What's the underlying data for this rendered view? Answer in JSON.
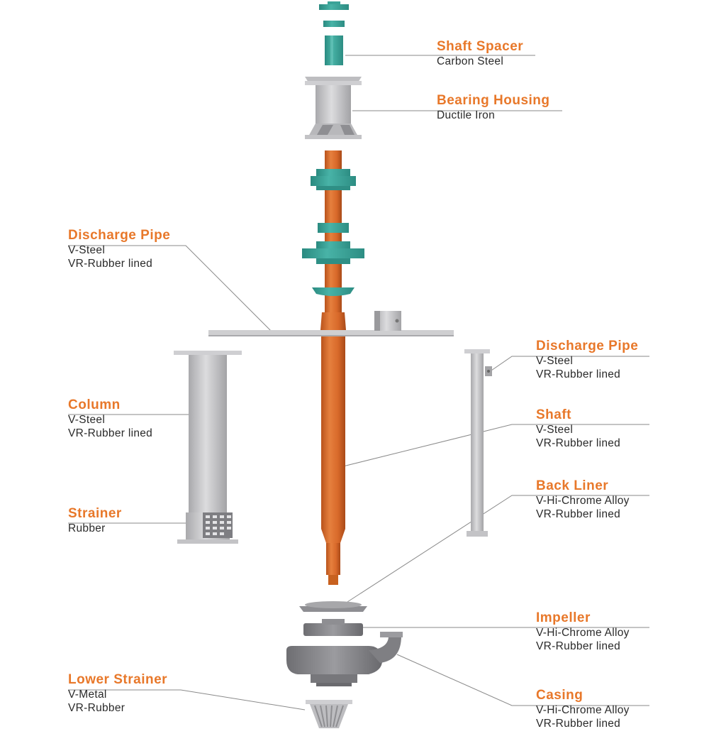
{
  "components": [
    {
      "id": "shaft-spacer",
      "name": "Shaft Spacer",
      "materials": [
        "Carbon Steel"
      ]
    },
    {
      "id": "bearing-housing",
      "name": "Bearing Housing",
      "materials": [
        "Ductile Iron"
      ]
    },
    {
      "id": "discharge-pipe-left",
      "name": "Discharge Pipe",
      "materials": [
        "V-Steel",
        "VR-Rubber lined"
      ]
    },
    {
      "id": "discharge-pipe-right",
      "name": "Discharge Pipe",
      "materials": [
        "V-Steel",
        "VR-Rubber lined"
      ]
    },
    {
      "id": "column",
      "name": "Column",
      "materials": [
        "V-Steel",
        "VR-Rubber lined"
      ]
    },
    {
      "id": "shaft",
      "name": "Shaft",
      "materials": [
        "V-Steel",
        "VR-Rubber lined"
      ]
    },
    {
      "id": "back-liner",
      "name": "Back Liner",
      "materials": [
        "V-Hi-Chrome Alloy",
        "VR-Rubber lined"
      ]
    },
    {
      "id": "strainer",
      "name": "Strainer",
      "materials": [
        "Rubber"
      ]
    },
    {
      "id": "impeller",
      "name": "Impeller",
      "materials": [
        "V-Hi-Chrome Alloy",
        "VR-Rubber lined"
      ]
    },
    {
      "id": "lower-strainer",
      "name": "Lower Strainer",
      "materials": [
        "V-Metal",
        "VR-Rubber"
      ]
    },
    {
      "id": "casing",
      "name": "Casing",
      "materials": [
        "V-Hi-Chrome Alloy",
        "VR-Rubber lined"
      ]
    }
  ],
  "colors": {
    "accent_label": "#e8782a",
    "shaft_orange": "#d8692a",
    "seal_teal": "#3aa398",
    "metal_gray": "#c9c9cb",
    "leader_line": "#7a7a7a"
  }
}
